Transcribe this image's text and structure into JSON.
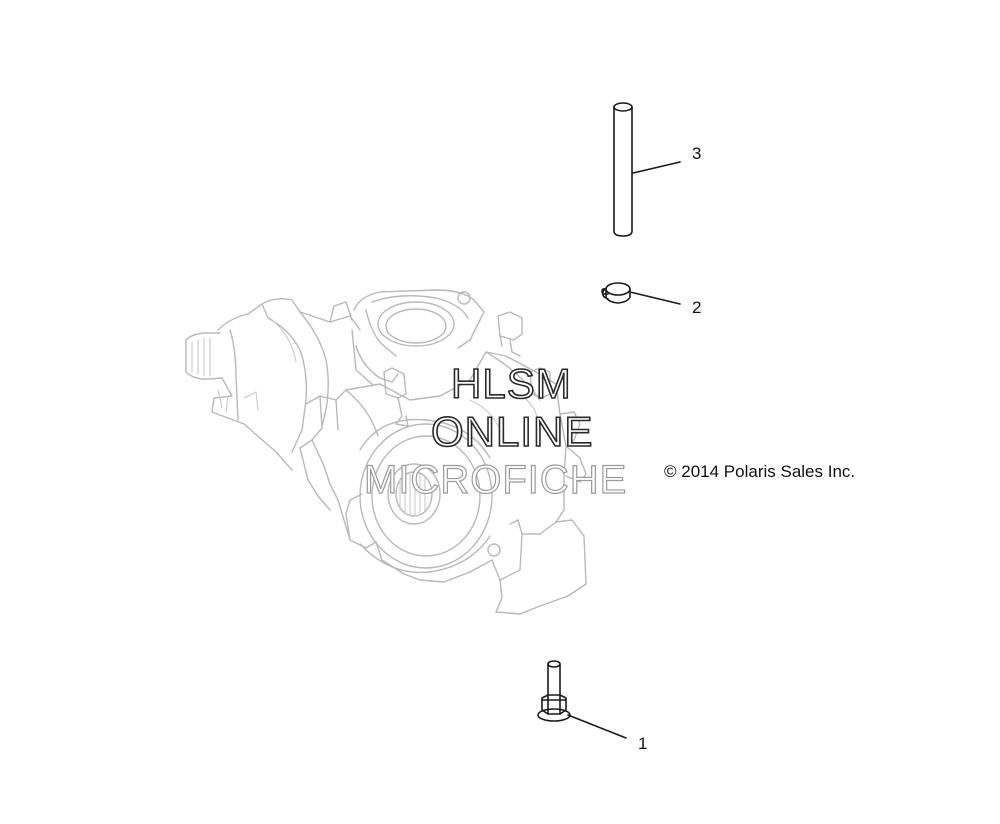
{
  "diagram": {
    "copyright": "© 2014 Polaris Sales Inc.",
    "callouts": [
      {
        "id": "1",
        "label": "1"
      },
      {
        "id": "2",
        "label": "2"
      },
      {
        "id": "3",
        "label": "3"
      }
    ],
    "watermark": {
      "line1": "HLSM",
      "line2": "ONLINE",
      "line3": "MICROFICHE"
    }
  }
}
